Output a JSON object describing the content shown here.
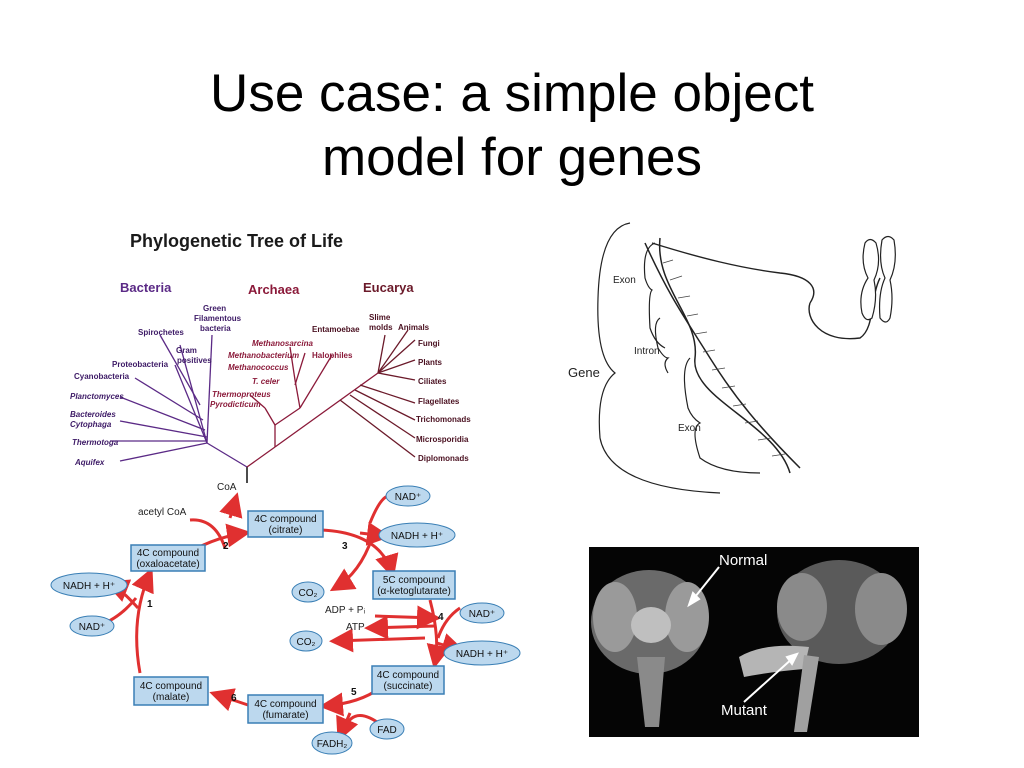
{
  "slide": {
    "title_line1": "Use case: a simple object",
    "title_line2": "model for genes"
  },
  "tree": {
    "title": "Phylogenetic Tree of Life",
    "domains": {
      "bacteria": "Bacteria",
      "archaea": "Archaea",
      "eucarya": "Eucarya"
    },
    "bacteria": [
      "Green",
      "Filamentous",
      "bacteria",
      "Spirochetes",
      "Gram",
      "positives",
      "Proteobacteria",
      "Cyanobacteria",
      "Planctomyces",
      "Bacteroides",
      "Cytophaga",
      "Thermotoga",
      "Aquifex"
    ],
    "archaea": [
      "Methanosarcina",
      "Methanobacterium",
      "Halophiles",
      "Methanococcus",
      "T. celer",
      "Thermoproteus",
      "Pyrodicticum"
    ],
    "eucarya": [
      "Entamoebae",
      "Slime",
      "molds",
      "Animals",
      "Fungi",
      "Plants",
      "Ciliates",
      "Flagellates",
      "Trichomonads",
      "Microsporidia",
      "Diplomonads"
    ],
    "colors": {
      "bacteria": "#5b2a86",
      "archaea": "#8b1a3a",
      "eucarya": "#6b1a2a"
    }
  },
  "cycle": {
    "coa": "CoA",
    "acetyl": "acetyl CoA",
    "citrate_l1": "4C compound",
    "citrate_l2": "(citrate)",
    "oxalo_l1": "4C compound",
    "oxalo_l2": "(oxaloacetate)",
    "keto_l1": "5C compound",
    "keto_l2": "(α-ketoglutarate)",
    "succ_l1": "4C compound",
    "succ_l2": "(succinate)",
    "malate_l1": "4C compound",
    "malate_l2": "(malate)",
    "fum_l1": "4C compound",
    "fum_l2": "(fumarate)",
    "nad": "NAD⁺",
    "nadh": "NADH + H⁺",
    "co2": "CO₂",
    "adp": "ADP + Pᵢ",
    "atp": "ATP",
    "fad": "FAD",
    "fadh": "FADH₂",
    "steps": [
      "1",
      "2",
      "3",
      "4",
      "5",
      "6"
    ],
    "colors": {
      "arrow": "#e03030",
      "box_fill": "#bcd8ee",
      "box_stroke": "#3a7fb5"
    }
  },
  "gene": {
    "exon_top": "Exon",
    "intron": "Intron",
    "gene": "Gene",
    "exon_bottom": "Exon"
  },
  "photo": {
    "normal": "Normal",
    "mutant": "Mutant"
  }
}
